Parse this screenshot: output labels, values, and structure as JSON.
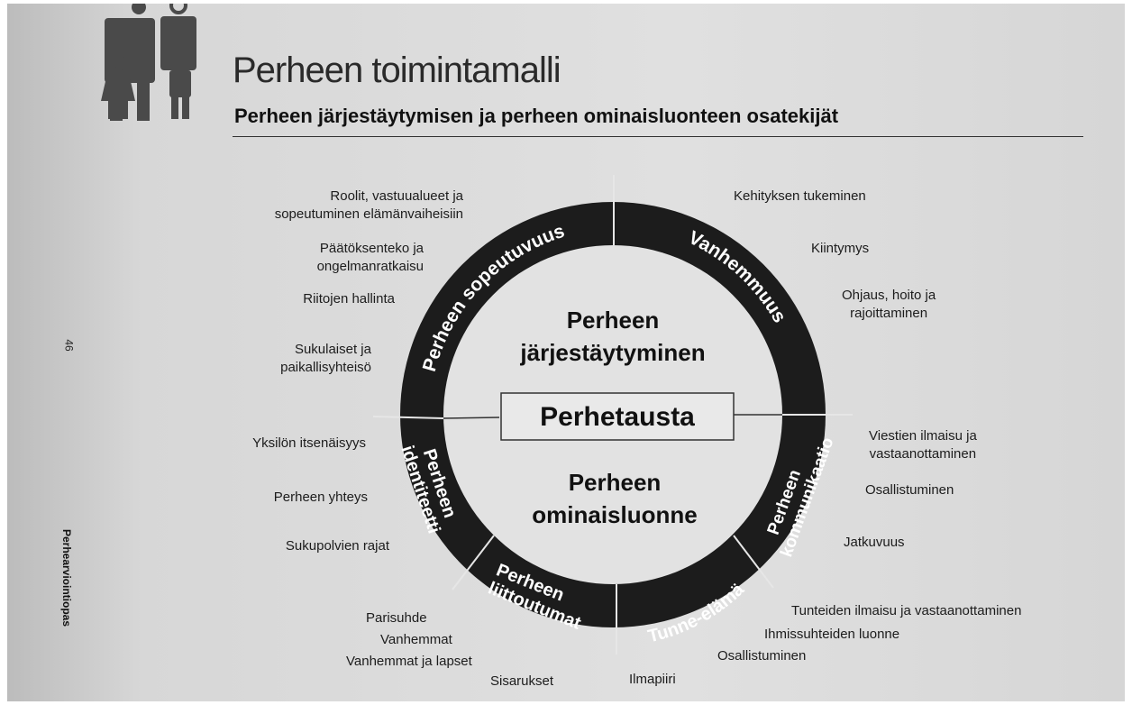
{
  "header": {
    "title": "Perheen toimintamalli",
    "subtitle": "Perheen järjestäytymisen ja perheen ominaisluonteen osatekijät",
    "page_number": "46",
    "book_title": "Perhearviointiopas"
  },
  "center": {
    "top_line1": "Perheen",
    "top_line2": "järjestäytyminen",
    "box_label": "Perhetausta",
    "bottom_line1": "Perheen",
    "bottom_line2": "ominaisluonne"
  },
  "ring_segments": {
    "sopeutuvuus": "Perheen sopeutuvuus",
    "vanhemmuus": "Vanhemmuus",
    "identiteetti_line1": "Perheen",
    "identiteetti_line2": "identiteetti",
    "kommunikaatio_line1": "Perheen",
    "kommunikaatio_line2": "kommunikaatio",
    "liittoutumat_line1": "Perheen",
    "liittoutumat_line2": "liittoutumat",
    "tunne_elama": "Tunne-elämä"
  },
  "labels": {
    "roolit_1": "Roolit, vastuualueet ja",
    "roolit_2": "sopeutuminen elämänvaiheisiin",
    "paatoksenteko_1": "Päätöksenteko ja",
    "paatoksenteko_2": "ongelmanratkaisu",
    "riitojen": "Riitojen hallinta",
    "sukulaiset_1": "Sukulaiset ja",
    "sukulaiset_2": "paikallisyhteisö",
    "yksilon": "Yksilön itsenäisyys",
    "perheen_yhteys": "Perheen  yhteys",
    "sukupolvien": "Sukupolvien rajat",
    "parisuhde": "Parisuhde",
    "vanhemmat": "Vanhemmat",
    "vanhemmat_lapset": "Vanhemmat ja lapset",
    "sisarukset": "Sisarukset",
    "kehityksen": "Kehityksen tukeminen",
    "kiintymys": "Kiintymys",
    "ohjaus_1": "Ohjaus, hoito ja",
    "ohjaus_2": "rajoittaminen",
    "viestien_1": "Viestien ilmaisu ja",
    "viestien_2": "vastaanottaminen",
    "osallistuminen_1": "Osallistuminen",
    "jatkuvuus": "Jatkuvuus",
    "tunteiden": "Tunteiden ilmaisu ja vastaanottaminen",
    "ihmissuhteiden": "Ihmissuhteiden luonne",
    "osallistuminen_2": "Osallistuminen",
    "ilmapiiri": "Ilmapiiri"
  },
  "colors": {
    "ring": "#1c1c1c",
    "ring_text": "#ffffff",
    "page": "#dcdcdc",
    "text": "#1c1c1c"
  }
}
